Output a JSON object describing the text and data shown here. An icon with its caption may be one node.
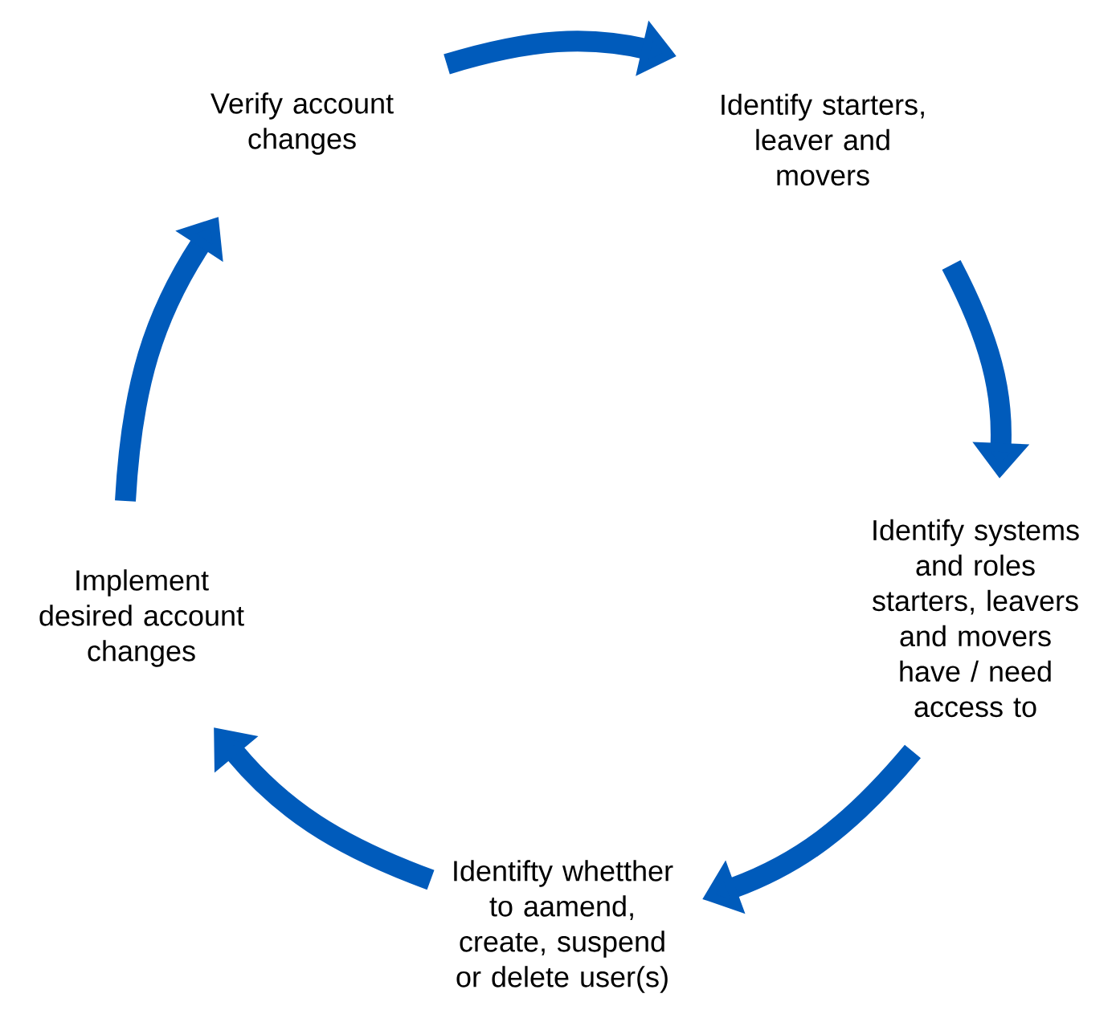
{
  "diagram": {
    "nodes": [
      {
        "text": [
          "Verify account changes"
        ]
      },
      {
        "text": [
          "Identify starters, leaver and movers"
        ]
      },
      {
        "text": [
          "Identify systems and roles starters, leavers and movers have / need access to"
        ]
      },
      {
        "text": [
          "Identifty whetther to aamend, create, suspend or delete user(s)"
        ]
      },
      {
        "text": [
          "Implement desired account changes"
        ]
      }
    ],
    "edges": [
      {
        "from": 0,
        "to": 1,
        "arrow": "to"
      },
      {
        "from": 1,
        "to": 2,
        "arrow": "to"
      },
      {
        "from": 2,
        "to": 3,
        "arrow": "to"
      },
      {
        "from": 3,
        "to": 4,
        "arrow": "to"
      },
      {
        "from": 4,
        "to": 0,
        "arrow": "to"
      }
    ]
  }
}
